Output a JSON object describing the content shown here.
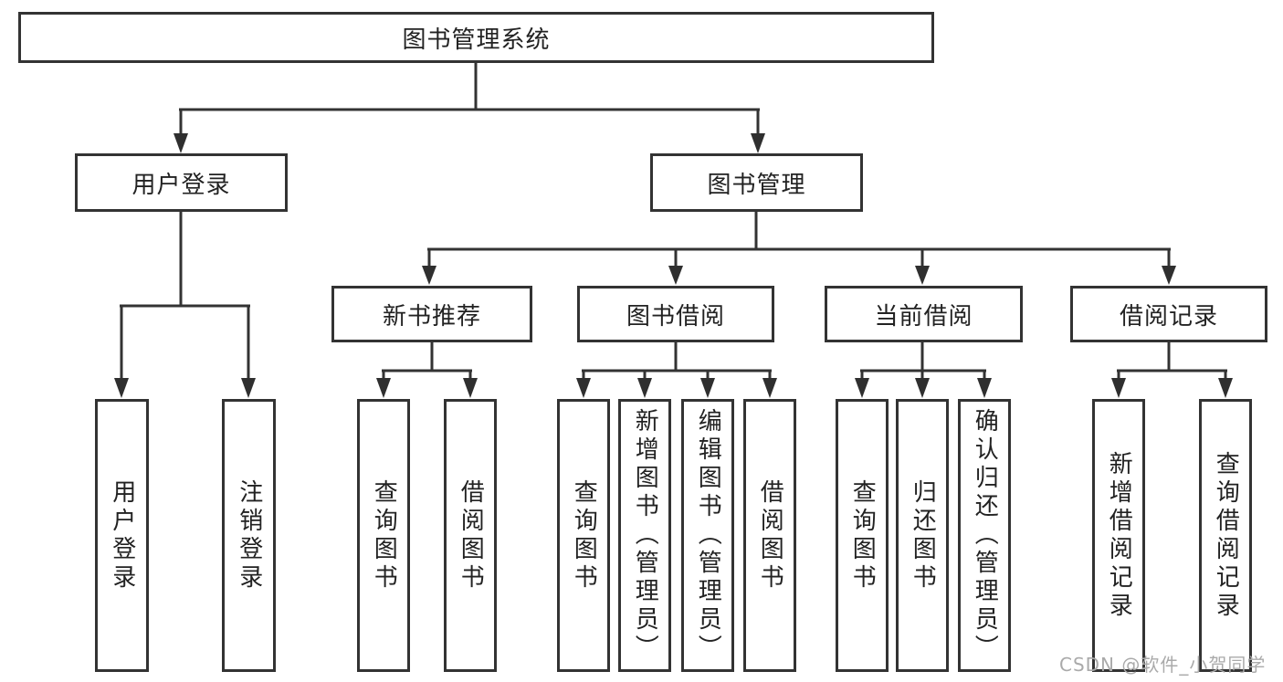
{
  "diagram": {
    "root": {
      "label": "图书管理系统"
    },
    "level2": [
      {
        "label": "用户登录"
      },
      {
        "label": "图书管理"
      }
    ],
    "level3": [
      {
        "label": "新书推荐"
      },
      {
        "label": "图书借阅"
      },
      {
        "label": "当前借阅"
      },
      {
        "label": "借阅记录"
      }
    ],
    "leaves": {
      "user_login": [
        {
          "label": "用户登录"
        },
        {
          "label": "注销登录"
        }
      ],
      "new_book": [
        {
          "label": "查询图书"
        },
        {
          "label": "借阅图书"
        }
      ],
      "borrow": [
        {
          "label": "查询图书"
        },
        {
          "label": "新增图书（管理员）"
        },
        {
          "label": "编辑图书（管理员）"
        },
        {
          "label": "借阅图书"
        }
      ],
      "current": [
        {
          "label": "查询图书"
        },
        {
          "label": "归还图书"
        },
        {
          "label": "确认归还（管理员）"
        }
      ],
      "records": [
        {
          "label": "新增借阅记录"
        },
        {
          "label": "查询借阅记录"
        }
      ]
    },
    "watermark": "CSDN @软件_小贺同学",
    "colors": {
      "line": "#333333",
      "text": "#222222",
      "box_background": "#ffffff",
      "watermark": "#aaaaaa",
      "background": "#ffffff"
    }
  }
}
